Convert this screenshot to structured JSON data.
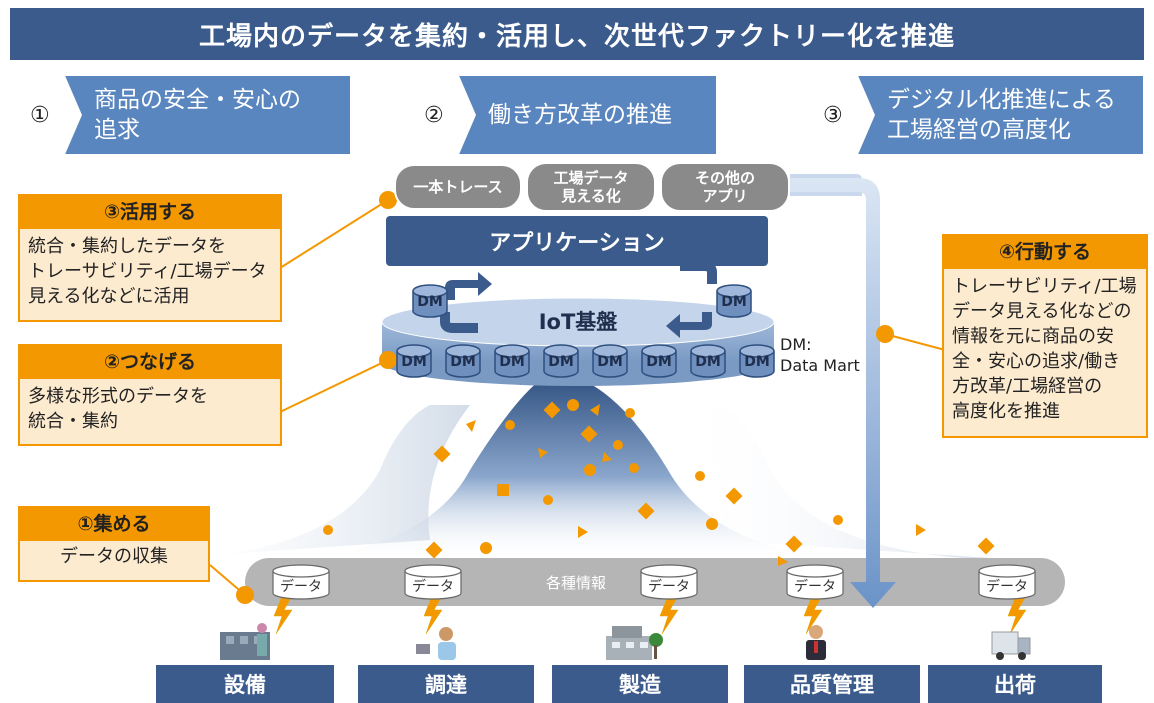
{
  "banner": "工場内のデータを集約・活用し、次世代ファクトリー化を推進",
  "goals": [
    {
      "num": "①",
      "text": "商品の安全・安心の\n追求"
    },
    {
      "num": "②",
      "text": "働き方改革の推進"
    },
    {
      "num": "③",
      "text": "デジタル化推進による\n工場経営の高度化"
    }
  ],
  "apps": [
    "一本トレース",
    "工場データ\n見える化",
    "その他の\nアプリ"
  ],
  "application_label": "アプリケーション",
  "iot_label": "IoT基盤",
  "dm_label": "DM",
  "dm_note": "DM:\nData Mart",
  "steps": {
    "use": {
      "title": "③活用する",
      "body": "統合・集約したデータを\nトレーサビリティ/工場データ\n見える化などに活用"
    },
    "connect": {
      "title": "②つなげる",
      "body": "多様な形式のデータを\n統合・集約"
    },
    "collect": {
      "title": "①集める",
      "body": "データの収集"
    },
    "act": {
      "title": "④行動する",
      "body": "トレーサビリティ/工場\nデータ見える化などの\n情報を元に商品の安\n全・安心の追求/働き\n方改革/工場経営の\n高度化を推進"
    }
  },
  "data_label": "データ",
  "info_label": "各種情報",
  "categories": [
    "設備",
    "調達",
    "製造",
    "品質管理",
    "出荷"
  ],
  "colors": {
    "navy": "#3b5b8c",
    "blue": "#5a86bf",
    "orange": "#f39800",
    "cream": "#fdebd0"
  }
}
